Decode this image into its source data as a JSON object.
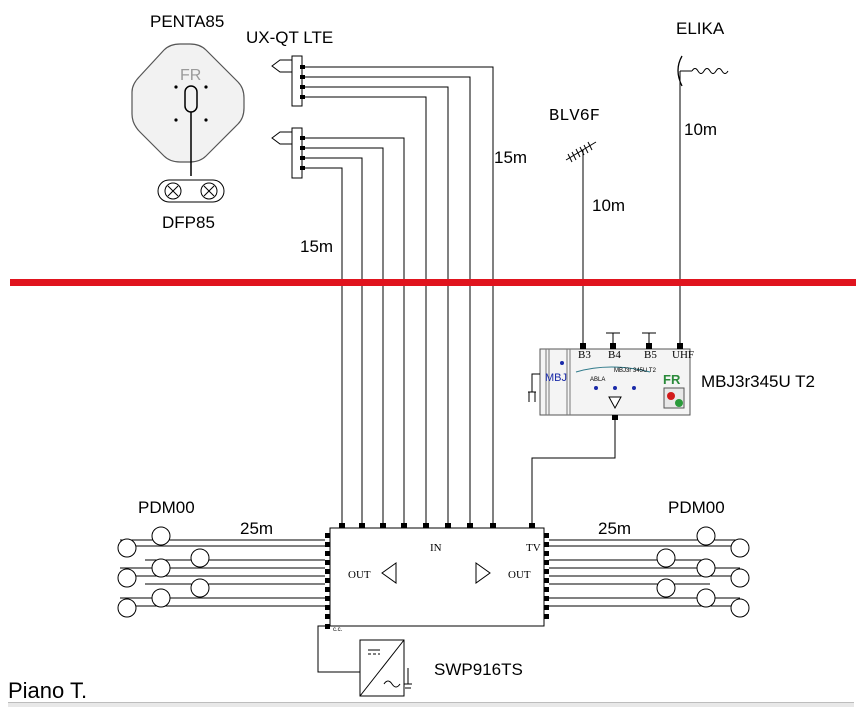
{
  "labels": {
    "penta": "PENTA85",
    "uxqt": "UX-QT LTE",
    "fr_antenna": "FR",
    "dfp": "DFP85",
    "blv": "BLV6F",
    "elika": "ELIKA",
    "len_15m_right": "15m",
    "len_15m_left": "15m",
    "len_10m_blv": "10m",
    "len_10m_elika": "10m",
    "amp_name": "MBJ3r345U T2",
    "amp_mbj": "MBJ",
    "amp_fr": "FR",
    "amp_abla": "ABLA",
    "amp_model": "MBJ3r 345U T2",
    "port_b3": "B3",
    "port_b4": "B4",
    "port_b5": "B5",
    "port_uhf": "UHF",
    "switch_in": "IN",
    "switch_tv": "TV",
    "switch_out_left": "OUT",
    "switch_out_right": "OUT",
    "switch_cc": "c.c.",
    "pdm_left": "PDM00",
    "pdm_right": "PDM00",
    "len_25m_left": "25m",
    "len_25m_right": "25m",
    "psu": "SWP916TS",
    "floor": "Piano T."
  },
  "colors": {
    "separator": "#e0141e",
    "ink": "#000000",
    "accent_blue": "#1a2aa8",
    "amp_fr": "#2a8a3a",
    "antenna_fill": "#f2f2f2"
  }
}
